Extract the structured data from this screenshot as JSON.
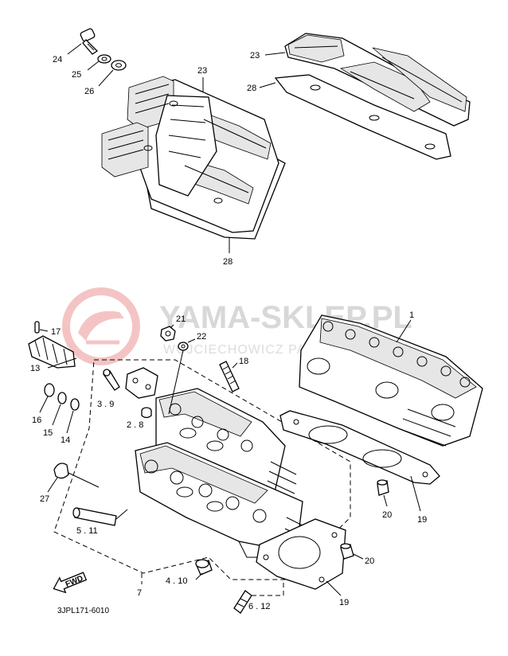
{
  "diagram_code": "3JPL171-6010",
  "fwd_arrow_text": "FWD",
  "watermark": {
    "title": "YAMA-SKLEP.PL",
    "subtitle": "WOJCIECHOWICZ  PARTS  YAMAHA"
  },
  "part_labels": {
    "l1": "1",
    "l3_9": "3 . 9",
    "l2_8": "2 . 8",
    "l4_10": "4 . 10",
    "l5_11": "5 . 11",
    "l6_12": "6 . 12",
    "l7": "7",
    "l13": "13",
    "l14": "14",
    "l15": "15",
    "l16": "16",
    "l17": "17",
    "l18": "18",
    "l19a": "19",
    "l19b": "19",
    "l20a": "20",
    "l20b": "20",
    "l21": "21",
    "l22": "22",
    "l23a": "23",
    "l23b": "23",
    "l24": "24",
    "l25": "25",
    "l26": "26",
    "l27": "27",
    "l28a": "28",
    "l28b": "28"
  },
  "colors": {
    "ink": "#000000",
    "watermark_logo": "#f2b8b8",
    "watermark_text": "#d8d8d8"
  }
}
